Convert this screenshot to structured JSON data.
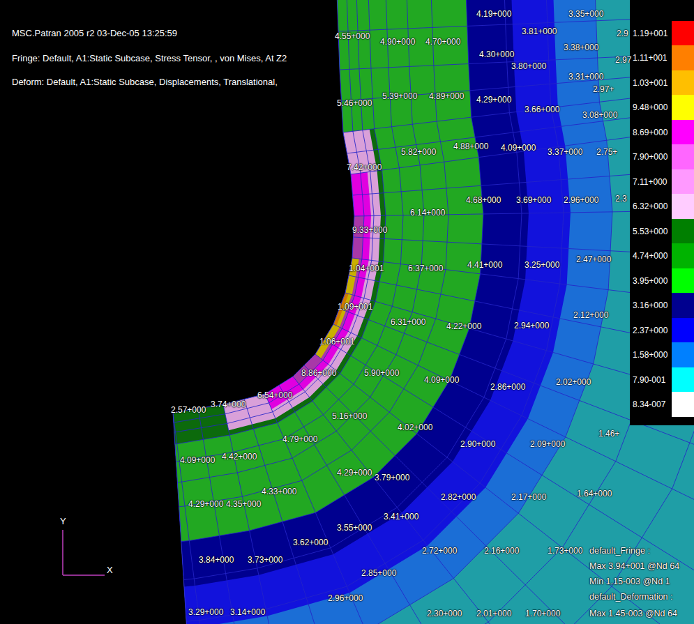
{
  "diagram": {
    "labels": [
      "MSC.Patran 2005 r2 03-Dec-05 13:25:59",
      "Fringe: Default, A1:Static Subcase, Stress Tensor, , von Mises, At Z2",
      "Deform: Default, A1:Static Subcase, Displacements, Translational,",
      "4.19+000",
      "3.35+000",
      "3.81+000",
      "2.9",
      "4.55+000",
      "4.90+000",
      "4.70+000",
      "3.38+000",
      "4.30+000",
      "2.97",
      "3.80+000",
      "3.31+000",
      "2.97+",
      "5.46+000",
      "5.39+000",
      "4.89+000",
      "4.29+000",
      "3.66+000",
      "3.08+000",
      "7.42+000",
      "5.82+000",
      "4.88+000",
      "4.09+000",
      "3.37+000",
      "2.75+",
      "6.14+000",
      "4.68+000",
      "3.69+000",
      "2.96+000",
      "2.3",
      "9.33+000",
      "1.04+001",
      "6.37+000",
      "4.41+000",
      "3.25+000",
      "2.47+000",
      "1.09+001",
      "6.31+000",
      "4.22+000",
      "2.94+000",
      "2.12+000",
      "1.06+001",
      "8.86+000",
      "5.90+000",
      "4.09+000",
      "2.86+000",
      "2.02+000",
      "6.54+000",
      "2.57+000",
      "3.74+000",
      "5.16+000",
      "4.02+000",
      "4.79+000",
      "2.90+000",
      "2.09+000",
      "1.46+",
      "4.09+000",
      "4.42+000",
      "4.29+000",
      "3.79+000",
      "4.33+000",
      "2.82+000",
      "2.17+000",
      "1.64+000",
      "4.29+000",
      "4.35+000",
      "3.41+000",
      "3.55+000",
      "3.62+000",
      "2.72+000",
      "2.16+000",
      "1.73+000",
      "3.84+000",
      "3.73+000",
      "2.85+000",
      "2.96+000",
      "3.29+000",
      "3.14+000",
      "2.30+000",
      "2.01+000",
      "1.70+000",
      "Y",
      "X",
      "default_Fringe :",
      "Max 3.94+001 @Nd 64",
      "Min 1.15-003 @Nd 1",
      "default_Deformation :",
      "Max 1.45-003 @Nd 64"
    ],
    "legend": [
      {
        "text": "1.19+001",
        "color": "#ff0000"
      },
      {
        "text": "1.11+001",
        "color": "#ff7f00"
      },
      {
        "text": "1.03+001",
        "color": "#ffbf00"
      },
      {
        "text": "9.48+000",
        "color": "#ffff00"
      },
      {
        "text": "8.69+000",
        "color": "#ff00ff"
      },
      {
        "text": "7.90+000",
        "color": "#ff66ff"
      },
      {
        "text": "7.11+000",
        "color": "#ff99ff"
      },
      {
        "text": "6.32+000",
        "color": "#ffccff"
      },
      {
        "text": "5.53+000",
        "color": "#007f00"
      },
      {
        "text": "4.74+000",
        "color": "#00b300"
      },
      {
        "text": "3.95+000",
        "color": "#00ff00"
      },
      {
        "text": "3.16+000",
        "color": "#00008f"
      },
      {
        "text": "2.37+000",
        "color": "#0000ff"
      },
      {
        "text": "1.58+000",
        "color": "#0080ff"
      },
      {
        "text": "7.90-001",
        "color": "#00ffff"
      },
      {
        "text": "8.34-007",
        "color": "#ffffff"
      }
    ]
  }
}
